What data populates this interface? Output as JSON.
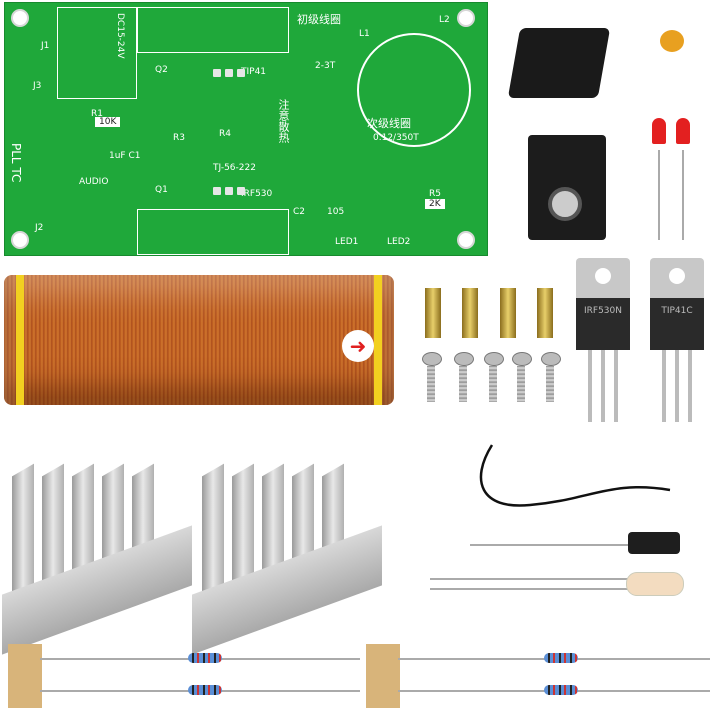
{
  "pcb": {
    "labels": {
      "dc": "DC15-24V",
      "j1": "J1",
      "j3": "J3",
      "q2": "Q2",
      "tip41": "TIP41",
      "r1": "R1",
      "r3": "R3",
      "r4": "R4",
      "c1": "1uF C1",
      "audio": "AUDIO",
      "pll": "PLL TC",
      "tj": "TJ-56-222",
      "q1": "Q1",
      "irf530": "IRF530",
      "j2": "J2",
      "primary": "初级线圈",
      "l1": "L1",
      "l2": "L2",
      "turns_primary": "2-3T",
      "secondary": "次级线圈",
      "turns_secondary": "0.12/350T",
      "heat_note": "注意散热",
      "c2": "C2",
      "c2_value": "105",
      "r5": "R5",
      "led1": "LED1",
      "led2": "LED2",
      "r_2k": "2K",
      "r_10k": "10K"
    }
  },
  "transistors": [
    {
      "marking": "IRF530N"
    },
    {
      "marking": "TIP41C"
    }
  ],
  "colors": {
    "pcb": "#1fa83a",
    "coil": "#c4652a",
    "led": "#e32020"
  }
}
